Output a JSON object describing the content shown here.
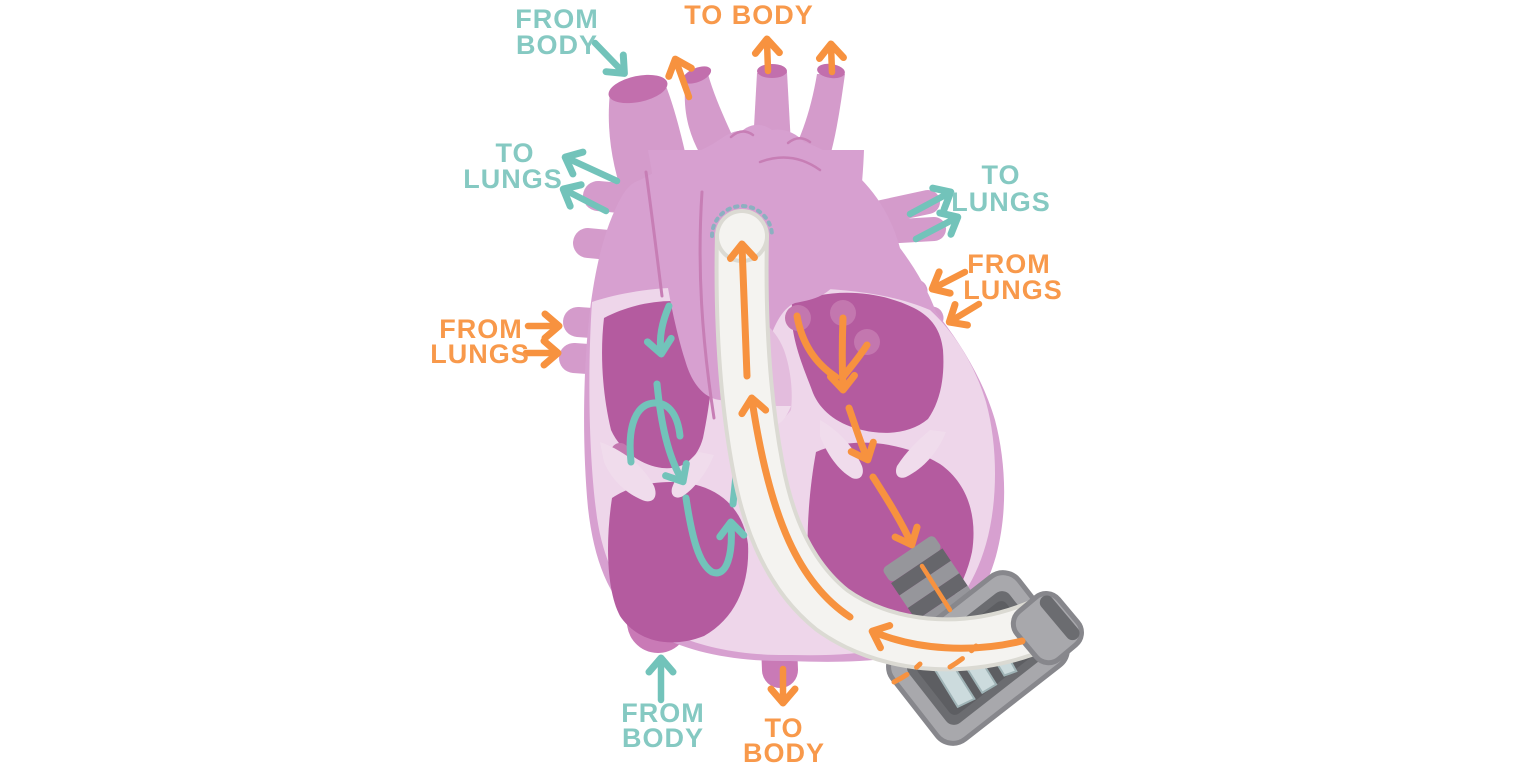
{
  "labels": {
    "from_body_top": {
      "l1": "FROM",
      "l2": "BODY"
    },
    "to_body_top": {
      "l1": "TO BODY"
    },
    "to_lungs_left": {
      "l1": "TO",
      "l2": "LUNGS"
    },
    "to_lungs_right": {
      "l1": "TO",
      "l2": "LUNGS"
    },
    "from_lungs_right": {
      "l1": "FROM",
      "l2": "LUNGS"
    },
    "from_lungs_left": {
      "l1": "FROM",
      "l2": "LUNGS"
    },
    "from_body_bottom": {
      "l1": "FROM",
      "l2": "BODY"
    },
    "to_body_bottom": {
      "l1": "TO",
      "l2": "BODY"
    }
  },
  "colors": {
    "bg": "#ffffff",
    "teal": "#72c3ba",
    "teal_text": "#85c9c2",
    "orange": "#f7923f",
    "orange_text": "#f8994b",
    "heart_body": "#d7a0d0",
    "vessel": "#d49bcb",
    "vessel_opening": "#c26fad",
    "vessel_dark": "#c97ab6",
    "cut_face": "#eed6ea",
    "chamber": "#b45b9f",
    "ostium": "#c377af",
    "valve": "#f0dcec",
    "pt_tube": "#e3bcdd",
    "seam": "#c77eb5",
    "graft": "#f4f3f0",
    "graft_edge": "#dbdad3",
    "suture": "#8cb0c0",
    "pump_light": "#a8a8ac",
    "pump_mid": "#87878c",
    "pump_dark": "#6b6c70",
    "pump_panel": "#5d5e62",
    "blade": "#ccdbdd",
    "blade_dark": "#9fb3b6",
    "cannula_light": "#96969b",
    "cannula_dark": "#66666b"
  }
}
